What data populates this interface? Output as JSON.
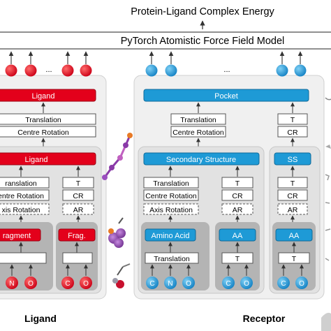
{
  "top_title": "Protein-Ligand Complex Energy",
  "model_title": "PyTorch Atomistic Force Field Model",
  "ellipsis": "...",
  "ligand": {
    "header": "Ligand",
    "translation": "Translation",
    "centre_rotation": "Centre Rotation",
    "inner_header": "Ligand",
    "inner_translation": "ranslation",
    "inner_centre_rotation": "entre Rotation",
    "inner_axis_rotation": "xis Rotation",
    "t": "T",
    "cr": "CR",
    "ar": "AR",
    "fragment": "ragment",
    "frag": "Frag.",
    "frag_translation": "",
    "frag_t": "",
    "atoms_left": [
      "N",
      "O"
    ],
    "atoms_right": [
      "C",
      "O"
    ],
    "bottom_label": "Ligand",
    "colors": {
      "primary": "#e3001b",
      "light": "#c8c8c8"
    }
  },
  "receptor": {
    "header": "Pocket",
    "translation": "Translation",
    "centre_rotation": "Centre Rotation",
    "t": "T",
    "cr": "CR",
    "secondary_structure": "Secondary Structure",
    "ss": "SS",
    "ss_translation": "Translation",
    "ss_centre_rotation": "Centre Rotation",
    "ss_axis_rotation": "Axis Rotation",
    "ss_t": "T",
    "ss_cr": "CR",
    "ss_ar": "AR",
    "ss2_t": "T",
    "ss2_cr": "CR",
    "ss2_ar": "AR",
    "amino_acid": "Amino Acid",
    "aa": "AA",
    "aa2": "AA",
    "aa_translation": "Translation",
    "aa_t": "T",
    "aa2_t": "T",
    "atoms_main": [
      "C",
      "N",
      "O"
    ],
    "atoms_aa": [
      "C",
      "O"
    ],
    "atoms_aa2": [
      "C",
      "O"
    ],
    "bottom_label": "Receptor",
    "colors": {
      "primary": "#1e9ad6",
      "light": "#c8c8c8"
    }
  }
}
